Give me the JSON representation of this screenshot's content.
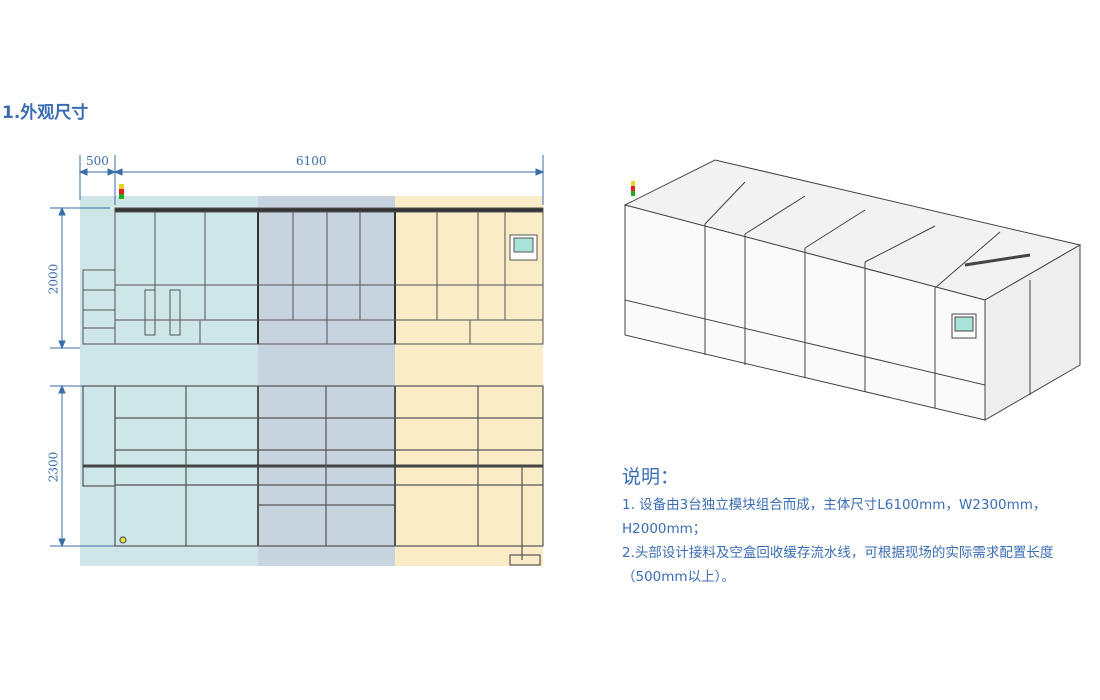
{
  "title": "1.外观尺寸",
  "dimensions": {
    "head_length": "500",
    "main_length": "6100",
    "height": "2000",
    "width": "2300"
  },
  "notes": {
    "heading": "说明：",
    "items": [
      "1. 设备由3台独立模块组合而成，主体尺寸L6100mm，W2300mm，H2000mm；",
      "2.头部设计接料及空盒回收缓存流水线，可根据现场的实际需求配置长度（500mm以上）。"
    ]
  },
  "colors": {
    "accent": "#3b6db3",
    "module1": "#cfe6e8",
    "module2": "#c8d3e0",
    "module3": "#fbecc8"
  }
}
